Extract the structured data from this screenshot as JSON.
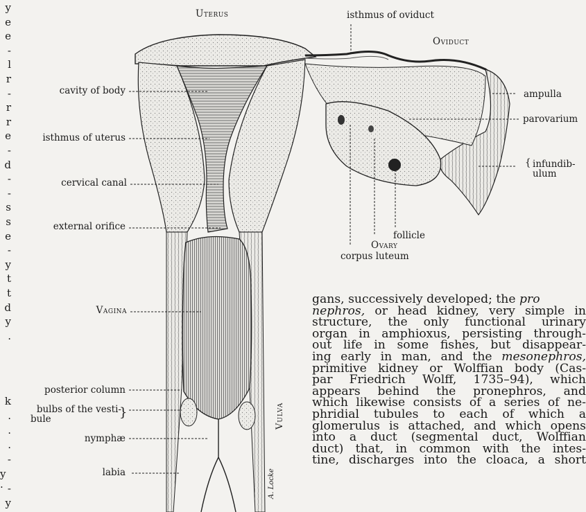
{
  "figure": {
    "labels": {
      "uterus": "Uterus",
      "isthmus_oviduct": "isthmus of oviduct",
      "oviduct": "Oviduct",
      "ampulla": "ampulla",
      "parovarium": "parovarium",
      "infundibulum_1": "infundib-",
      "infundibulum_2": "ulum",
      "cavity_of_body": "cavity of body",
      "isthmus_uterus": "isthmus of uterus",
      "cervical_canal": "cervical canal",
      "external_orifice": "external orifice",
      "follicle": "follicle",
      "ovary": "Ovary",
      "corpus_luteum": "corpus luteum",
      "vagina": "Vagina",
      "posterior_column": "posterior column",
      "bulbs_1": "bulbs of the vesti-",
      "bulbs_2": "bule",
      "nymphae": "nymphæ",
      "vulva": "Vulva",
      "labia": "labia"
    }
  },
  "gutter_letters": [
    "y",
    "e",
    "e",
    "-",
    "l",
    "r",
    "-",
    "r",
    "r",
    "e",
    "-",
    "d",
    "-",
    "-",
    "s",
    "s",
    "e",
    "-",
    "y",
    "t",
    "t",
    "d",
    "y",
    "."
  ],
  "gutter_bottom": [
    "k",
    ".",
    ".",
    ".",
    "-",
    "y .",
    "-",
    "y"
  ],
  "text_lines": [
    {
      "a": "gans, successively developed; the ",
      "i": "pro",
      "b": ""
    },
    {
      "a": "",
      "i": "nephros,",
      "b": " or head kidney, very simple in"
    },
    {
      "a": "structure, the only functional urinary",
      "i": "",
      "b": ""
    },
    {
      "a": "organ in amphioxus, persisting through-",
      "i": "",
      "b": ""
    },
    {
      "a": "out life in some fishes, but disappear-",
      "i": "",
      "b": ""
    },
    {
      "a": "ing early in man, and the ",
      "i": "mesonephros,",
      "b": ""
    },
    {
      "a": "primitive kidney or Wolffian body (Cas-",
      "i": "",
      "b": ""
    },
    {
      "a": "par Friedrich Wolff, 1735–94), which",
      "i": "",
      "b": ""
    },
    {
      "a": "appears behind the pronephros, and",
      "i": "",
      "b": ""
    },
    {
      "a": "which likewise consists of a series of ne-",
      "i": "",
      "b": ""
    },
    {
      "a": "phridial tubules to each of which a",
      "i": "",
      "b": ""
    },
    {
      "a": "glomerulus is attached, and which opens",
      "i": "",
      "b": ""
    },
    {
      "a": "into a duct (segmental duct, Wolffian",
      "i": "",
      "b": ""
    },
    {
      "a": "duct) that, in common with the intes-",
      "i": "",
      "b": ""
    },
    {
      "a": "tine, discharges into the cloaca, a short",
      "i": "",
      "b": ""
    }
  ],
  "signature": "A. Locke"
}
